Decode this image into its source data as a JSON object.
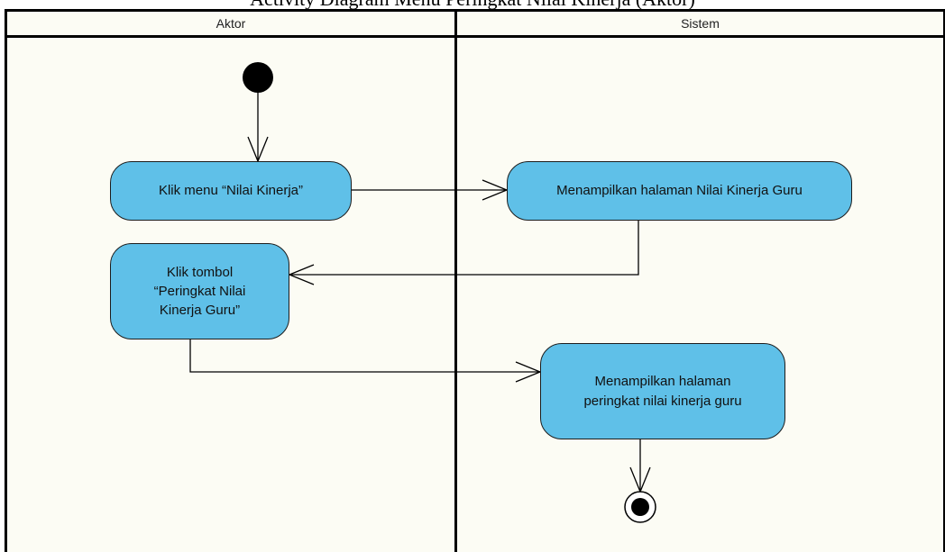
{
  "caption": "Activity Diagram Menu Peringkat Nilai Kinerja (Aktor)",
  "lanes": [
    {
      "label": "Aktor"
    },
    {
      "label": "Sistem"
    }
  ],
  "nodes": {
    "klik_menu": "Klik menu “Nilai Kinerja”",
    "tampil_halaman": "Menampilkan halaman Nilai Kinerja Guru",
    "klik_tombol": [
      "Klik tombol",
      "“Peringkat Nilai",
      "Kinerja Guru”"
    ],
    "tampil_peringkat": [
      "Menampilkan halaman",
      "peringkat nilai kinerja guru"
    ]
  },
  "colors": {
    "node_fill": "#5fc0e8",
    "node_border": "#1c1c1c",
    "canvas_bg": "#fcfcf4",
    "line": "#000000"
  }
}
